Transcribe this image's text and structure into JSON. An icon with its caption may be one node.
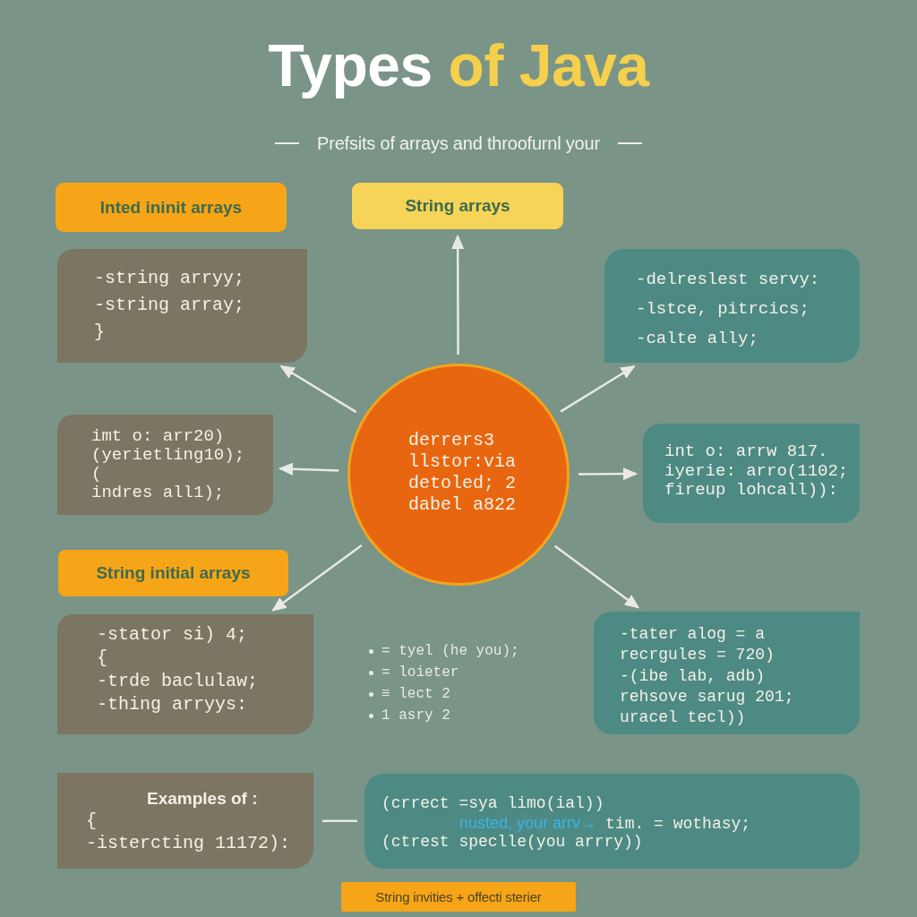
{
  "diagram": {
    "title": "Types of Java",
    "nodes": [
      {
        "text": [
          "Inted ininit arrays"
        ]
      },
      {
        "text": [
          "String arrays"
        ]
      },
      {
        "text": [
          "-string arryy;",
          "-string array;",
          "}"
        ]
      },
      {
        "text": [
          "-delreslest servy:",
          "-lstce, pitrcics;",
          "-calte ally;"
        ]
      },
      {
        "text": [
          "imt o: arr20)",
          "(yerietling10);",
          "(",
          "indres all1);"
        ]
      },
      {
        "text": [
          "derrers3",
          "llstor:via",
          "detoled; 2",
          "dabel a822"
        ]
      },
      {
        "text": [
          "int o: arrw 817.",
          "iyerie: arro(1102;",
          "fireup lohcall)):"
        ]
      },
      {
        "text": [
          "String initial arrays"
        ]
      },
      {
        "text": [
          "-stator si) 4;",
          "{",
          "-trde baclulaw;",
          "-thing arryys:"
        ]
      },
      {
        "text": [
          "-tater alog = a",
          "recrgules = 720)",
          "-(ibe lab, adb)",
          "rehsove sarug 201;",
          "uracel tecl))"
        ]
      },
      {
        "text": [
          "Examples of :",
          "{",
          "-istercting 11172):"
        ]
      },
      {
        "text": [
          "(crrect =sya limo(ial))",
          "nusted, your arrv→",
          "tim. = wothasy;",
          "(ctrest speclle(you arrry))"
        ]
      },
      {
        "text": [
          "String invities + offecti sterier"
        ]
      }
    ],
    "edges": [
      {
        "from": 5,
        "to": 1,
        "arrow": "to"
      },
      {
        "from": 5,
        "to": 2,
        "arrow": "to"
      },
      {
        "from": 5,
        "to": 3,
        "arrow": "to"
      },
      {
        "from": 5,
        "to": 4,
        "arrow": "to"
      },
      {
        "from": 5,
        "to": 6,
        "arrow": "to"
      },
      {
        "from": 5,
        "to": 8,
        "arrow": "to"
      },
      {
        "from": 5,
        "to": 9,
        "arrow": "to"
      },
      {
        "from": 10,
        "to": 11,
        "arrow": "none"
      }
    ],
    "labels": [
      "Prefsits of arrays and throofurnl your",
      "= tyel (he you);",
      "= loieter",
      "≡ lect 2",
      "1 asry 2"
    ]
  }
}
